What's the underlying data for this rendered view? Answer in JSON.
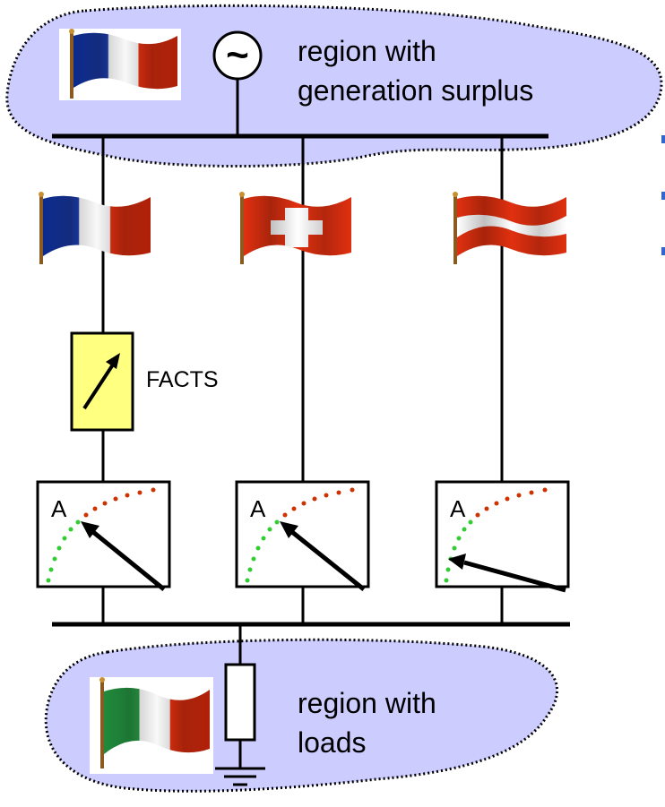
{
  "top_region": {
    "label_line1": "region with",
    "label_line2": "generation surplus",
    "flag": "france",
    "source_symbol": "~"
  },
  "bottom_region": {
    "label_line1": "region with",
    "label_line2": "loads",
    "flag": "italy"
  },
  "lines": [
    {
      "flag": "france",
      "has_facts": true
    },
    {
      "flag": "switzerland",
      "has_facts": false
    },
    {
      "flag": "austria",
      "has_facts": false
    }
  ],
  "facts": {
    "label": "FACTS"
  },
  "meter": {
    "label": "A"
  },
  "colors": {
    "region_fill": "#ccccff",
    "facts_fill": "#ffff80",
    "meter_curve_low": "#33cc33",
    "meter_curve_high": "#cc3300",
    "bullet": "#3366cc",
    "flag_blue": "#0a2a8c",
    "flag_red": "#e03010",
    "flag_green": "#1f8a3a"
  }
}
